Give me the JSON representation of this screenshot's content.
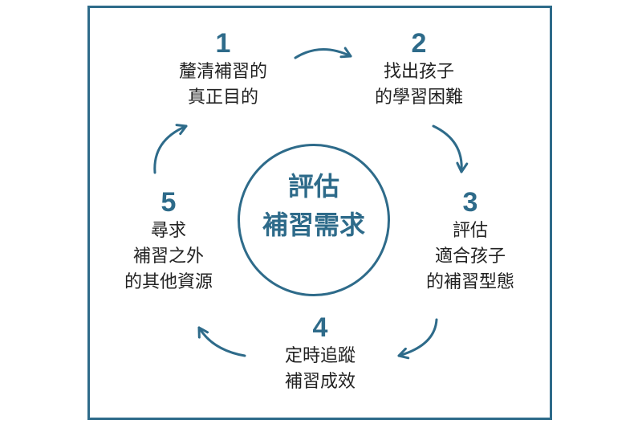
{
  "center": {
    "line1": "評估",
    "line2": "補習需求"
  },
  "steps": [
    {
      "number": "1",
      "lines": [
        "釐清補習的",
        "真正目的"
      ]
    },
    {
      "number": "2",
      "lines": [
        "找出孩子",
        "的學習困難"
      ]
    },
    {
      "number": "3",
      "lines": [
        "評估",
        "適合孩子",
        "的補習型態"
      ]
    },
    {
      "number": "4",
      "lines": [
        "定時追蹤",
        "補習成效"
      ]
    },
    {
      "number": "5",
      "lines": [
        "尋求",
        "補習之外",
        "的其他資源"
      ]
    }
  ],
  "colors": {
    "accent": "#2e6b8a",
    "text": "#222222",
    "background": "#ffffff"
  }
}
